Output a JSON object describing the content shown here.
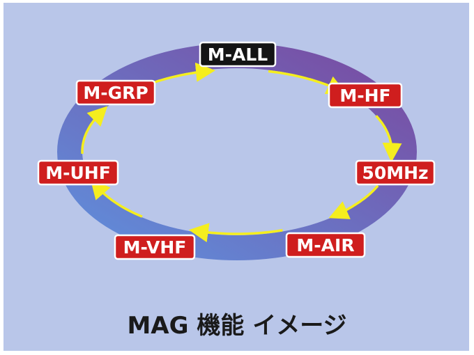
{
  "diagram": {
    "caption": "MAG 機能 イメージ",
    "nodes": [
      {
        "id": "m-all",
        "label": "M-ALL",
        "style": "dark"
      },
      {
        "id": "m-hf",
        "label": "M-HF",
        "style": "red"
      },
      {
        "id": "50mhz",
        "label": "50MHz",
        "style": "red"
      },
      {
        "id": "m-air",
        "label": "M-AIR",
        "style": "red"
      },
      {
        "id": "m-vhf",
        "label": "M-VHF",
        "style": "red"
      },
      {
        "id": "m-uhf",
        "label": "M-UHF",
        "style": "red"
      },
      {
        "id": "m-grp",
        "label": "M-GRP",
        "style": "red"
      }
    ],
    "flow": "clockwise",
    "colors": {
      "background": "#b9c6e9",
      "ring_start": "#5f8fdc",
      "ring_end": "#7a4aa0",
      "arrow": "#f5ee1e",
      "node_red": "#cf1e1e",
      "node_dark": "#141414",
      "node_text": "#ffffff"
    }
  }
}
